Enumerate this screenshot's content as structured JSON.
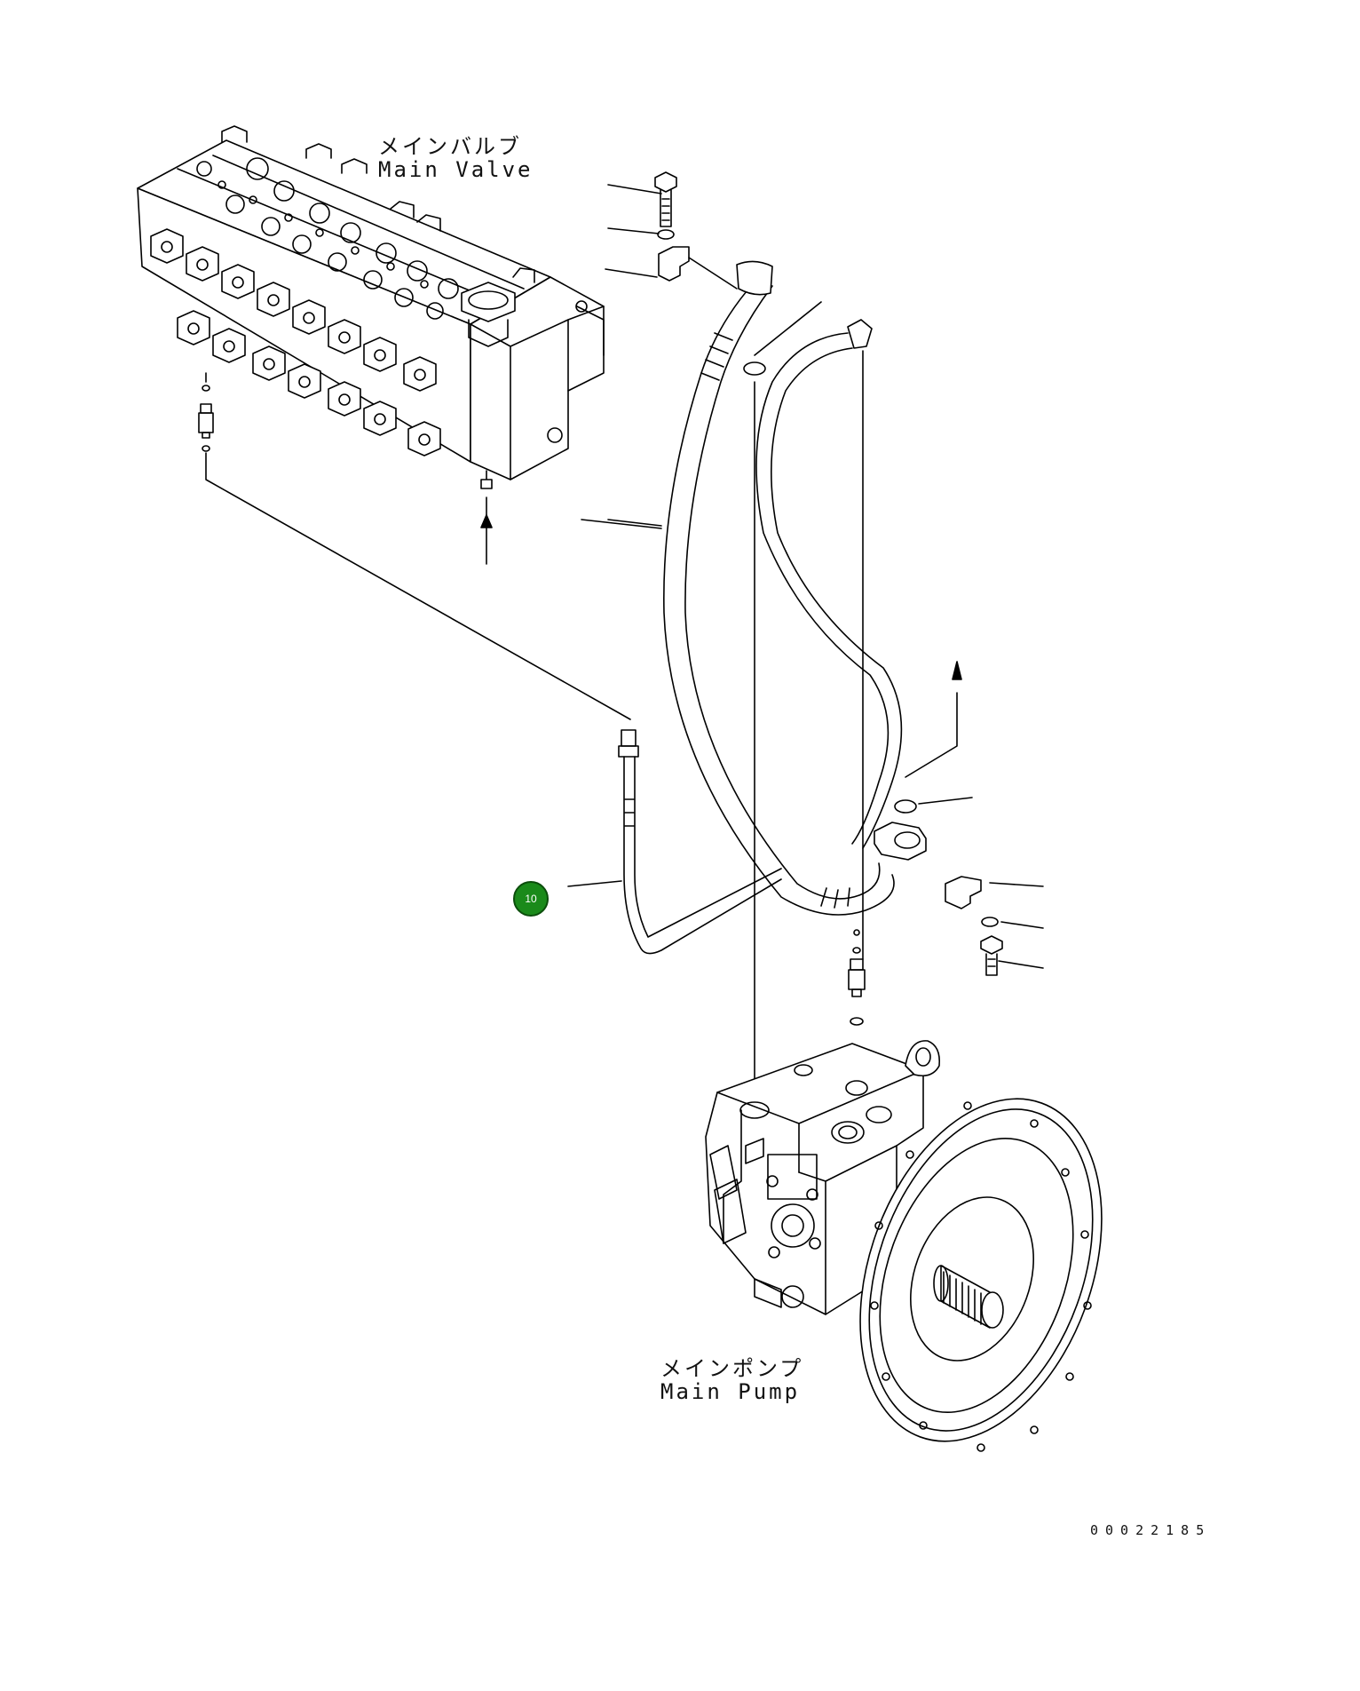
{
  "labels": {
    "main_valve": {
      "jp": "メインバルブ",
      "en": "Main Valve"
    },
    "main_pump": {
      "jp": "メインポンプ",
      "en": "Main Pump"
    }
  },
  "callouts": [
    {
      "number": "10",
      "color": "#1a8a1a"
    }
  ],
  "drawing_number": "00022185"
}
